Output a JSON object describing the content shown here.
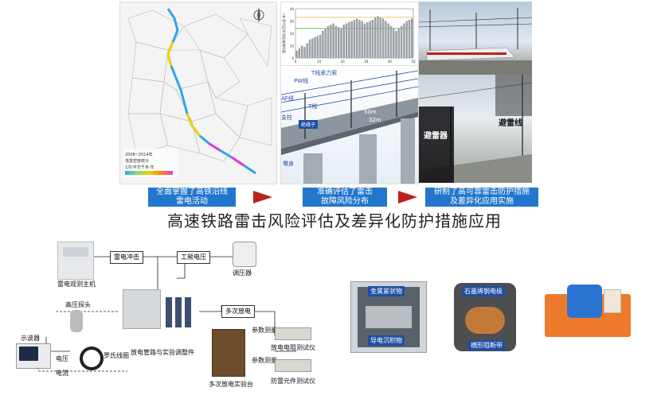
{
  "top": {
    "map_legend": [
      "2008~2014年",
      "落雷密度统计",
      "1次/平方千米·年"
    ],
    "bridge_labels": {
      "pw": "PW线",
      "t_bearing": "T线承力索",
      "af": "AF线",
      "t": "T线",
      "pole": "支柱",
      "insulator": "绝缘子",
      "span1": "50m",
      "span2": "32m",
      "pier": "墩身"
    },
    "photo_labels": {
      "lightning_rod": "避雷器",
      "ground_wire": "避雷线"
    }
  },
  "steps": [
    {
      "line1": "全面掌握了高铁沿线",
      "line2": "雷电活动"
    },
    {
      "line1": "准确评估了雷击",
      "line2": "故障风险分布"
    },
    {
      "line1": "研制了高可靠雷击防护措施",
      "line2": "及差异化应用实施"
    }
  ],
  "title": "高速铁路雷击风险评估及差异化防护措施应用",
  "lab_diagram": {
    "host": "雷电观测主机",
    "lightning_source": "雷电冲击",
    "power_source": "工频电压",
    "regulator": "调压器",
    "probe": "高压探头",
    "scope": "示波器",
    "coil": "罗氏线圈",
    "voltage": "电压",
    "current": "电流",
    "gap_device": "放电管路与实验调整件",
    "multi_platform": "多次放电",
    "sample_a": "参数测量",
    "sample_b": "参数测量",
    "device_a": "放电电阻测试仪",
    "device_b": "防雷元件测试仪",
    "platform": "多次放电实验台"
  },
  "products": {
    "p1_top": "金属紧状物",
    "p1_bottom": "导电沉积物",
    "p2_top": "石墨烯钢电极",
    "p2_bottom": "横形阻断带"
  },
  "colors": {
    "step_blue": "#2277cc",
    "arrow_red": "#c0201c",
    "label_blue": "#1f4fa3",
    "orange": "#ee7a2b"
  },
  "chart_data": {
    "type": "bar",
    "categories": [],
    "values": [
      6,
      8,
      10,
      9,
      12,
      15,
      16,
      17,
      18,
      19,
      22,
      24,
      26,
      27,
      28,
      26,
      25,
      24,
      27,
      28,
      29,
      30,
      31,
      32,
      31,
      30,
      28,
      29,
      30,
      31,
      33,
      34,
      33,
      32,
      30,
      28,
      26,
      24,
      22,
      24,
      26,
      28,
      30,
      31,
      32
    ],
    "xlabel": "线路序号",
    "ylabel": "雷击故障风险(次/百公里·年)",
    "ylim": [
      0,
      40
    ],
    "yticks": [
      "0",
      "10",
      "20",
      "30",
      "40"
    ],
    "xticks": [
      "0",
      "10",
      "20",
      "30",
      "40",
      "50"
    ],
    "ref_lines": [
      {
        "value": 33,
        "color": "#e3b33d"
      },
      {
        "value": 24,
        "color": "#59b946"
      }
    ]
  }
}
